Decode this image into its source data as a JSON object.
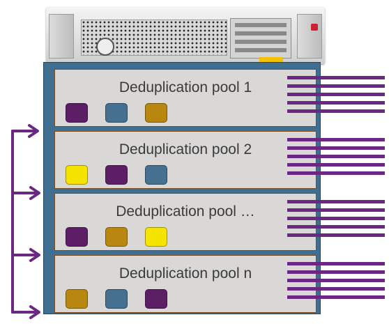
{
  "diagram": {
    "pools": [
      {
        "label": "Deduplication pool 1",
        "tiles": [
          "purple",
          "blue",
          "gold"
        ]
      },
      {
        "label": "Deduplication pool 2",
        "tiles": [
          "yellow",
          "purple",
          "blue"
        ]
      },
      {
        "label": "Deduplication pool …",
        "tiles": [
          "purple",
          "gold",
          "yellow"
        ]
      },
      {
        "label": "Deduplication pool n",
        "tiles": [
          "gold",
          "blue",
          "purple"
        ]
      }
    ],
    "colors": {
      "purple": "#5c1f66",
      "blue": "#46708f",
      "gold": "#b9860f",
      "yellow": "#f5e300",
      "container": "#3f6e91",
      "pool_border": "#7a4a1f",
      "wire": "#6a2882"
    },
    "wires_per_pool": 5
  }
}
